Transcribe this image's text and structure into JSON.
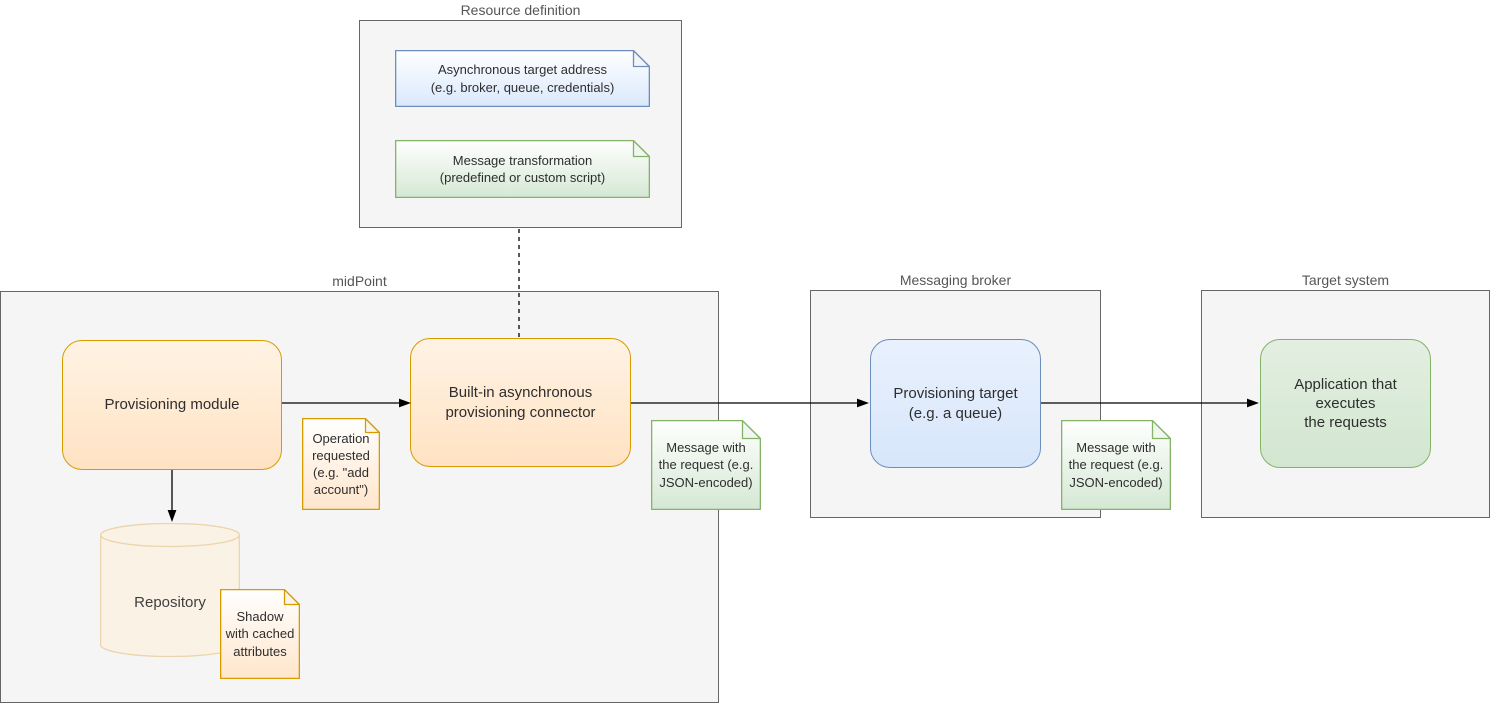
{
  "containers": {
    "resource_definition": {
      "label": "Resource definition"
    },
    "midpoint": {
      "label": "midPoint"
    },
    "messaging_broker": {
      "label": "Messaging broker"
    },
    "target_system": {
      "label": "Target system"
    }
  },
  "nodes": {
    "async_target_note": {
      "text": "Asynchronous target address\n(e.g. broker, queue, credentials)"
    },
    "message_transformation_note": {
      "text": "Message transformation\n(predefined or custom script)"
    },
    "provisioning_module": {
      "label": "Provisioning module"
    },
    "operation_requested_note": {
      "text": "Operation\nrequested\n(e.g. \"add\naccount\")"
    },
    "builtin_connector": {
      "label": "Built-in asynchronous\nprovisioning connector"
    },
    "message_note_1": {
      "text": "Message with\nthe request (e.g.\nJSON-encoded)"
    },
    "provisioning_target": {
      "label": "Provisioning target\n(e.g. a queue)"
    },
    "message_note_2": {
      "text": "Message with\nthe request (e.g.\nJSON-encoded)"
    },
    "application": {
      "label": "Application that\nexecutes\nthe requests"
    },
    "repository": {
      "label": "Repository"
    },
    "shadow_note": {
      "text": "Shadow\nwith cached\nattributes"
    }
  },
  "colors": {
    "orange_fill": "#ffe6cc",
    "orange_stroke": "#d79b00",
    "blue_fill": "#dae8fc",
    "blue_stroke": "#6c8ebf",
    "green_fill": "#d5e8d4",
    "green_stroke": "#82b366",
    "container_fill": "#f5f5f5",
    "container_stroke": "#666666",
    "edge_color": "#000000"
  }
}
